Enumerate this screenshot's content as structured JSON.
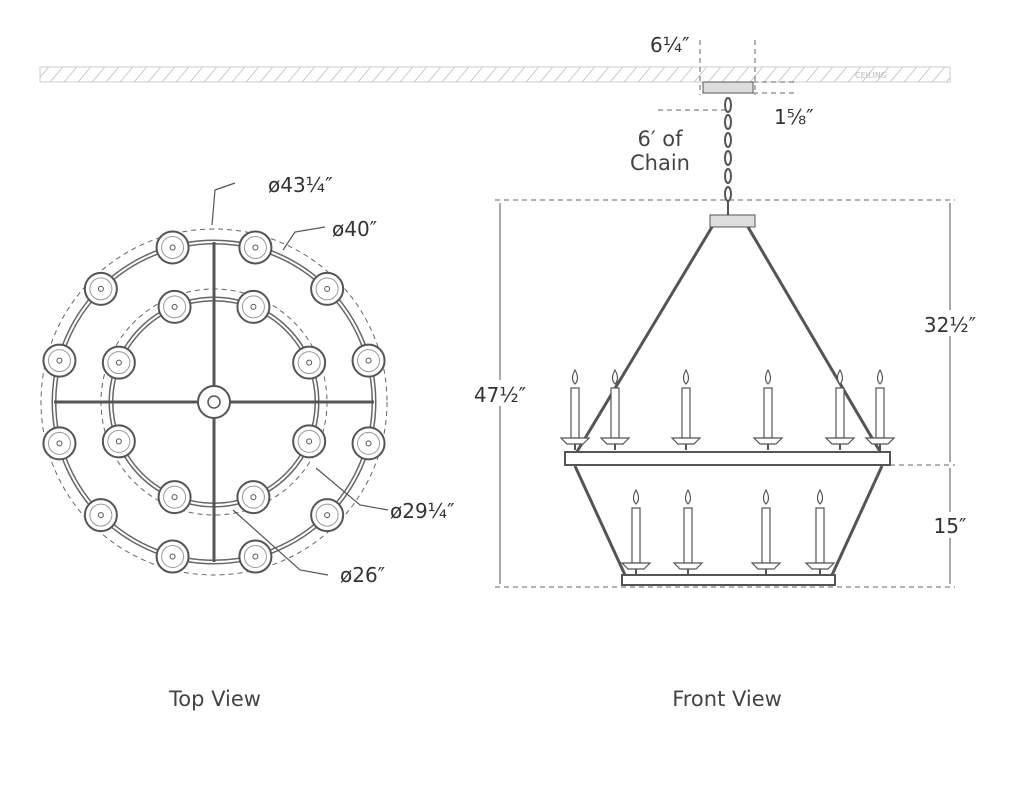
{
  "top_view": {
    "title": "Top View",
    "dimensions": {
      "outer_overall": "ø43¼″",
      "outer_ring": "ø40″",
      "inner_overall": "ø29¼″",
      "inner_ring": "ø26″"
    },
    "outer_cups": 12,
    "inner_cups": 8
  },
  "front_view": {
    "title": "Front View",
    "ceiling_label": "CEILING",
    "canopy_width": "6¼″",
    "canopy_height": "1⅝″",
    "chain_line1": "6′ of",
    "chain_line2": "Chain",
    "overall_height": "47½″",
    "upper_height": "32½″",
    "lower_height": "15″"
  },
  "colors": {
    "line": "#555555",
    "text": "#333333"
  }
}
